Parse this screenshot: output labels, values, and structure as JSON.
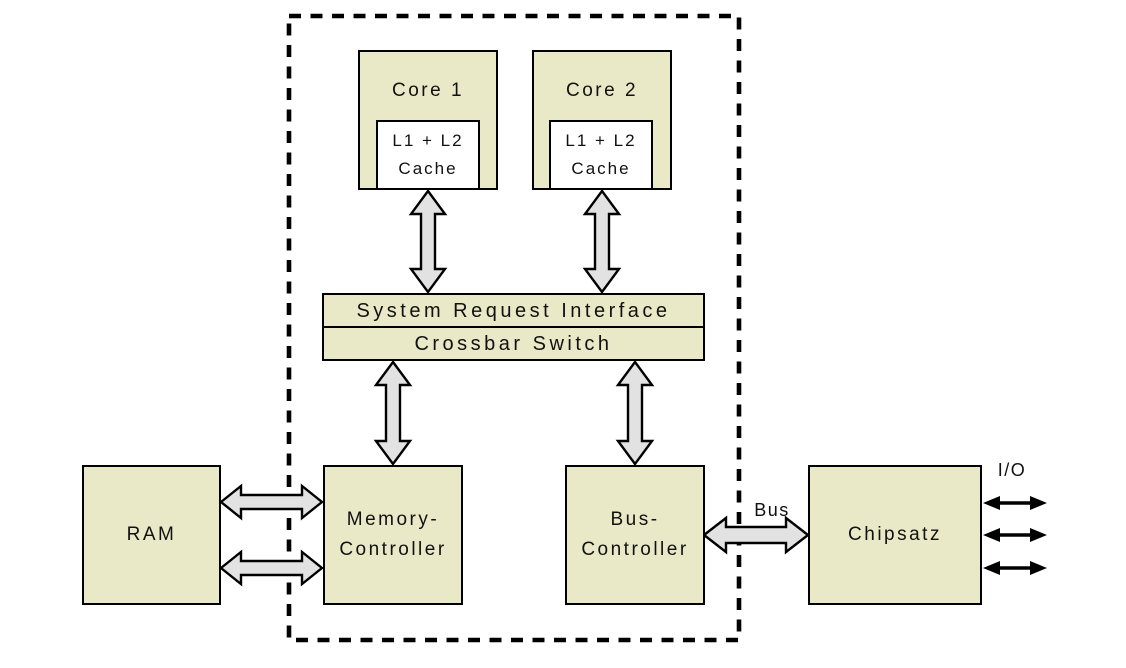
{
  "diagram": {
    "nodes": {
      "core1": {
        "label": "Core 1"
      },
      "core2": {
        "label": "Core 2"
      },
      "cache1": {
        "line1": "L1 + L2",
        "line2": "Cache"
      },
      "cache2": {
        "line1": "L1 + L2",
        "line2": "Cache"
      },
      "system_request_interface": {
        "label": "System Request Interface"
      },
      "crossbar_switch": {
        "label": "Crossbar Switch"
      },
      "ram": {
        "label": "RAM"
      },
      "memory_controller": {
        "line1": "Memory-",
        "line2": "Controller"
      },
      "bus_controller": {
        "line1": "Bus-",
        "line2": "Controller"
      },
      "chipsatz": {
        "label": "Chipsatz"
      }
    },
    "edge_labels": {
      "bus": "Bus",
      "io": "I/O"
    },
    "colors": {
      "box_fill": "#e9e9c8",
      "cache_fill": "#ffffff",
      "arrow_fill": "#e2e2e2",
      "line": "#000000",
      "background": "#ffffff"
    }
  }
}
